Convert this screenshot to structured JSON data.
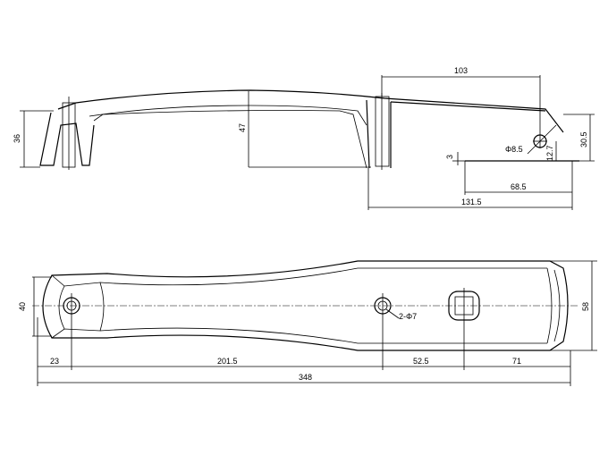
{
  "top_view": {
    "dim_36": "36",
    "dim_47": "47",
    "dim_103": "103",
    "dim_phi85": "Φ8.5",
    "dim_3": "3",
    "dim_127": "12.7",
    "dim_305": "30.5",
    "dim_685": "68.5",
    "dim_1315": "131.5"
  },
  "plan_view": {
    "dim_40": "40",
    "dim_58": "58",
    "dim_2phi7": "2-Φ7",
    "dim_23": "23",
    "dim_2015": "201.5",
    "dim_525": "52.5",
    "dim_71": "71",
    "dim_348": "348"
  }
}
